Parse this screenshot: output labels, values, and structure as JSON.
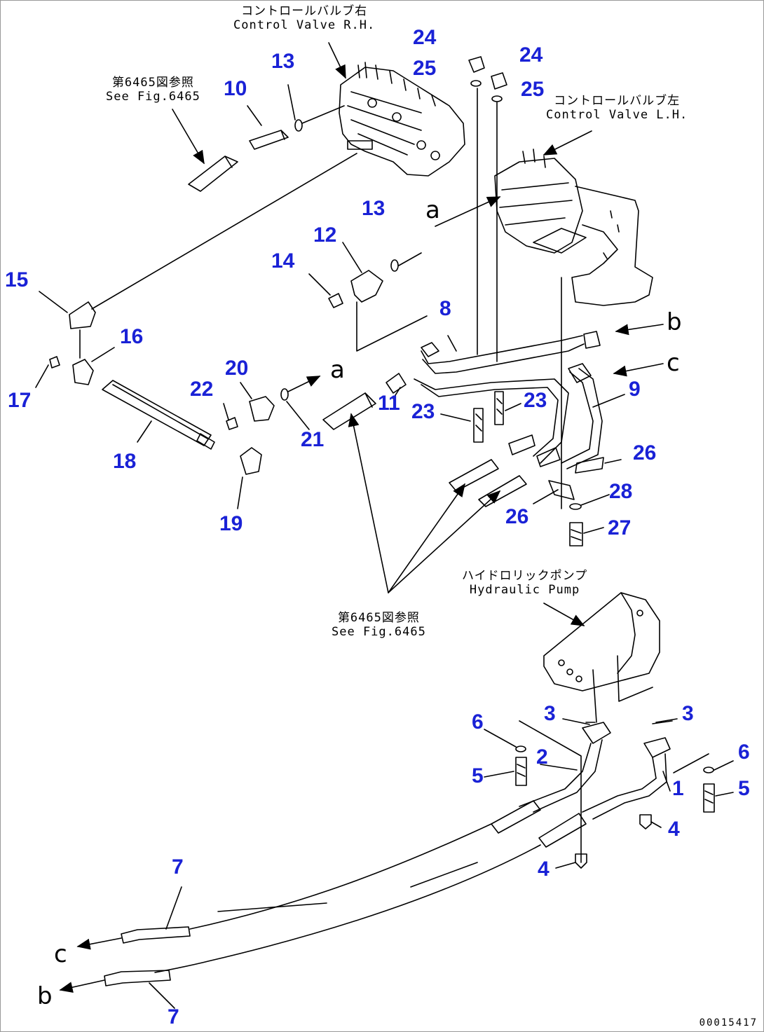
{
  "title": "Control valve and hydraulic pump piping",
  "notes": {
    "control_valve_rh_jp": "コントロールバルブ右",
    "control_valve_rh_en": "Control Valve R.H.",
    "control_valve_lh_jp": "コントロールバルブ左",
    "control_valve_lh_en": "Control Valve L.H.",
    "see_fig_top_jp": "第6465図参照",
    "see_fig_top_en": "See Fig.6465",
    "see_fig_mid_jp": "第6465図参照",
    "see_fig_mid_en": "See Fig.6465",
    "hydraulic_pump_jp": "ハイドロリックポンプ",
    "hydraulic_pump_en": "Hydraulic Pump"
  },
  "letters": {
    "a_upper": "a",
    "a_mid": "a",
    "b_right": "b",
    "c_right": "c",
    "c_left": "c",
    "b_left": "b"
  },
  "callouts": {
    "p1": "1",
    "p2": "2",
    "p3a": "3",
    "p3b": "3",
    "p4a": "4",
    "p4b": "4",
    "p5a": "5",
    "p5b": "5",
    "p6a": "6",
    "p6b": "6",
    "p7a": "7",
    "p7b": "7",
    "p8": "8",
    "p9": "9",
    "p10": "10",
    "p11": "11",
    "p12": "12",
    "p13a": "13",
    "p13b": "13",
    "p14": "14",
    "p15": "15",
    "p16": "16",
    "p17": "17",
    "p18": "18",
    "p19": "19",
    "p20": "20",
    "p21": "21",
    "p22": "22",
    "p23a": "23",
    "p23b": "23",
    "p24a": "24",
    "p24b": "24",
    "p25a": "25",
    "p25b": "25",
    "p26a": "26",
    "p26b": "26",
    "p27": "27",
    "p28": "28"
  },
  "doc_id": "00015417",
  "colors": {
    "callout": "#1a22d6",
    "line": "#000000"
  }
}
